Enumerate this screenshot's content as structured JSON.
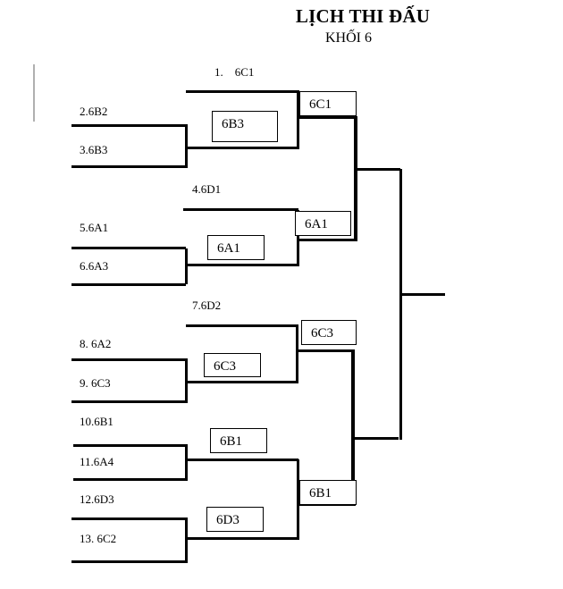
{
  "title": "LỊCH THI ĐẤU",
  "subtitle": "KHỐI  6",
  "entries": [
    "1.    6C1",
    "2.6B2",
    "3.6B3",
    "4.6D1",
    "5.6A1",
    "6.6A3",
    "7.6D2",
    "8. 6A2",
    "9. 6C3",
    "10.6B1",
    "11.6A4",
    "12.6D3",
    "13. 6C2"
  ],
  "round1_winners": {
    "match_2_3": "6B3",
    "match_5_6": "6A1",
    "match_8_9": "6C3",
    "match_10_11": "6B1",
    "match_12_13": "6D3"
  },
  "round2_winners": {
    "top_1": "6C1",
    "top_2": "6A1",
    "bottom_1": "6C3",
    "bottom_2": "6B1"
  }
}
